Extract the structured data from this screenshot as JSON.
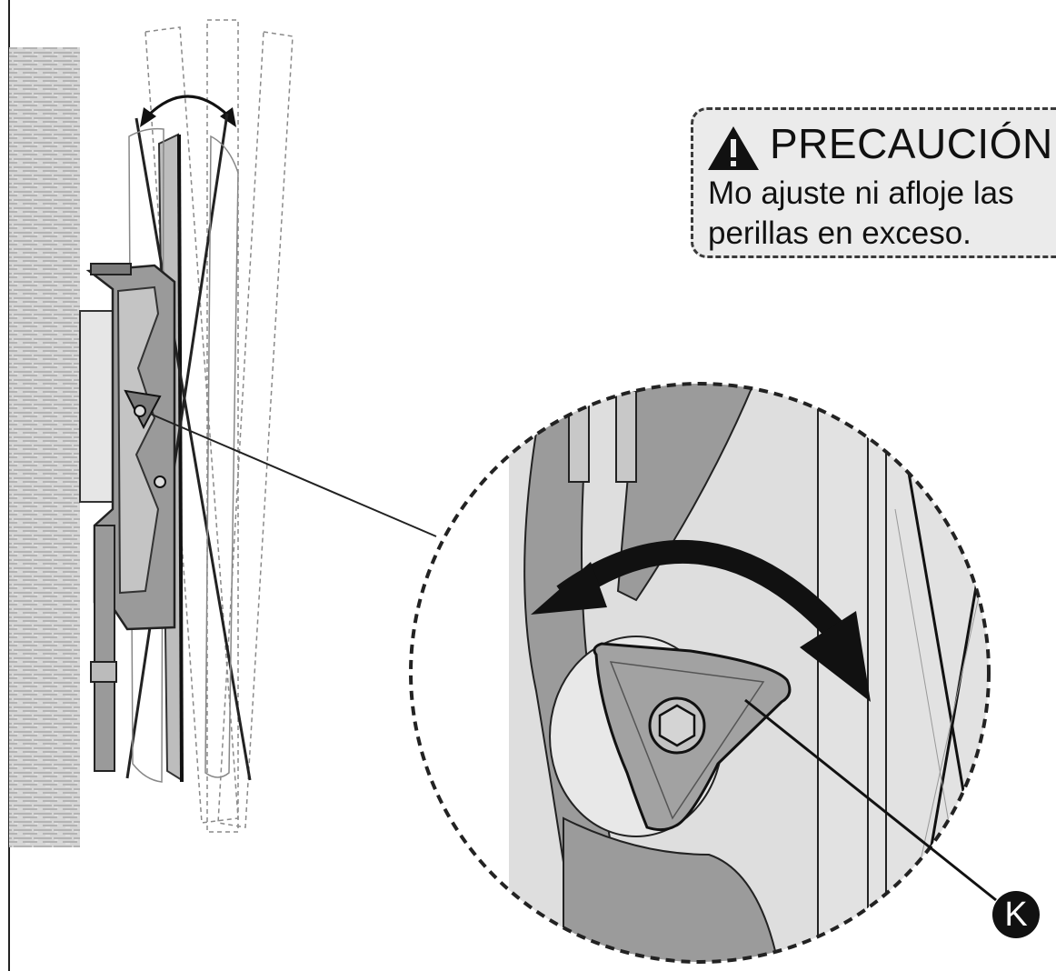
{
  "caution": {
    "icon": "warning-triangle-icon",
    "title": "PRECAUCIÓN!",
    "line1": "Mo ajuste ni afloje las",
    "line2": "perillas en exceso."
  },
  "callout": {
    "label": "K"
  },
  "colors": {
    "metal": "#8d8d8d",
    "metal_light": "#bdbdbd",
    "box_fill": "#ebebeb",
    "ink": "#111111"
  }
}
